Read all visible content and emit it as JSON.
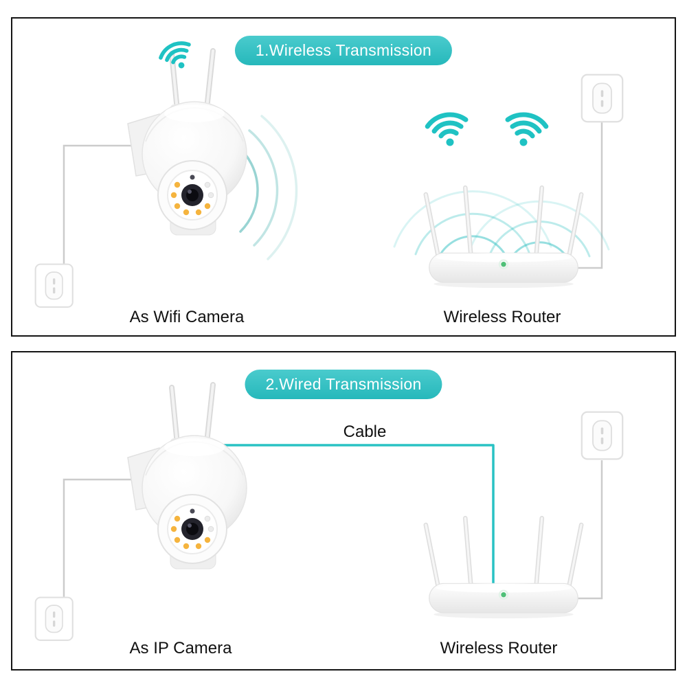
{
  "figure": {
    "background": "#ffffff",
    "panel_border": "#141414"
  },
  "colors": {
    "accent_teal": "#2fc0c2",
    "pill_top": "#4acbcd",
    "pill_bottom": "#26b8bb",
    "cable_teal": "#29c2c4",
    "power_cable_gray": "#cccccc",
    "label_text": "#111111",
    "led_green": "#4ec077",
    "led_amber": "#f5b43e",
    "signal_wave": "#8ecfce"
  },
  "sections": [
    {
      "title": "1.Wireless Transmission",
      "camera_label": "As Wifi Camera",
      "router_label": "Wireless Router",
      "icons": [
        "wifi-signal-icon",
        "wifi-signal-icon",
        "wifi-signal-icon",
        "power-outlet",
        "power-outlet"
      ]
    },
    {
      "title": "2.Wired Transmission",
      "cable_label": "Cable",
      "camera_label": "As IP Camera",
      "router_label": "Wireless Router",
      "icons": [
        "power-outlet",
        "power-outlet"
      ]
    }
  ]
}
